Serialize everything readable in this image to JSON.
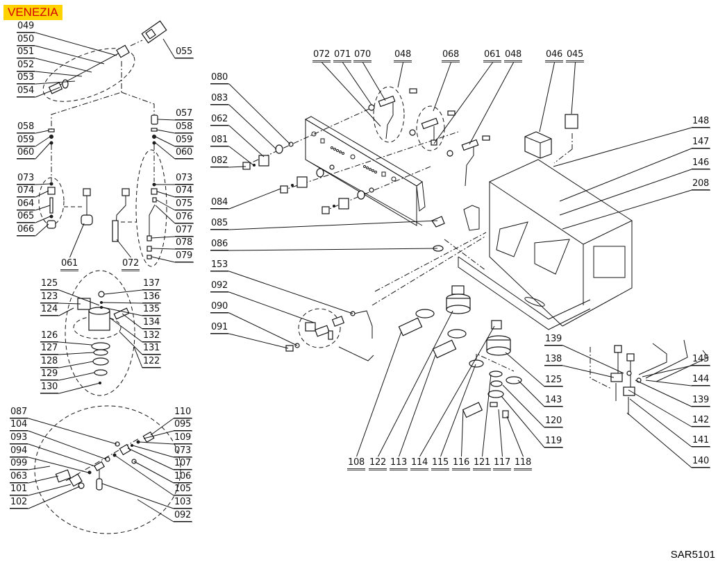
{
  "title": "VENEZIA",
  "drawing_code": "SAR5101",
  "colors": {
    "title_bg": "#ffd200",
    "title_fg": "#d40000",
    "line": "#111111"
  },
  "labels": {
    "group_grouphead_left_top": [
      "049",
      "050",
      "051",
      "052",
      "053",
      "054"
    ],
    "part_055": "055",
    "left_column": [
      "058",
      "059",
      "060",
      "073",
      "074",
      "064",
      "065",
      "066"
    ],
    "right_column": [
      "057",
      "058",
      "059",
      "060",
      "073",
      "074",
      "075",
      "076",
      "077",
      "078",
      "079"
    ],
    "bottom_items_top_left": [
      "061",
      "072"
    ],
    "group_head_block": [
      "125",
      "123",
      "124",
      "126",
      "127",
      "128",
      "129",
      "130"
    ],
    "group_head_block_right": [
      "137",
      "136",
      "135",
      "134",
      "132",
      "131",
      "122"
    ],
    "valve_group_left": [
      "087",
      "104",
      "093",
      "094",
      "099",
      "063",
      "101",
      "102"
    ],
    "valve_group_right": [
      "110",
      "095",
      "109",
      "073",
      "107",
      "106",
      "105",
      "103",
      "092"
    ],
    "panel_left": [
      "080",
      "083",
      "062",
      "081",
      "082",
      "084",
      "085",
      "086",
      "153",
      "092",
      "090",
      "091"
    ],
    "panel_top": [
      "072",
      "071",
      "070",
      "048",
      "068",
      "061",
      "048",
      "046",
      "045"
    ],
    "frame_right": [
      "148",
      "147",
      "146",
      "208"
    ],
    "bottom_row": [
      "108",
      "122",
      "113",
      "114",
      "115",
      "116",
      "121",
      "117",
      "118"
    ],
    "group_right_side": [
      "125",
      "143",
      "120",
      "119"
    ],
    "manifold_left": [
      "139",
      "138"
    ],
    "manifold_right": [
      "145",
      "144",
      "139",
      "142",
      "141",
      "140"
    ]
  }
}
